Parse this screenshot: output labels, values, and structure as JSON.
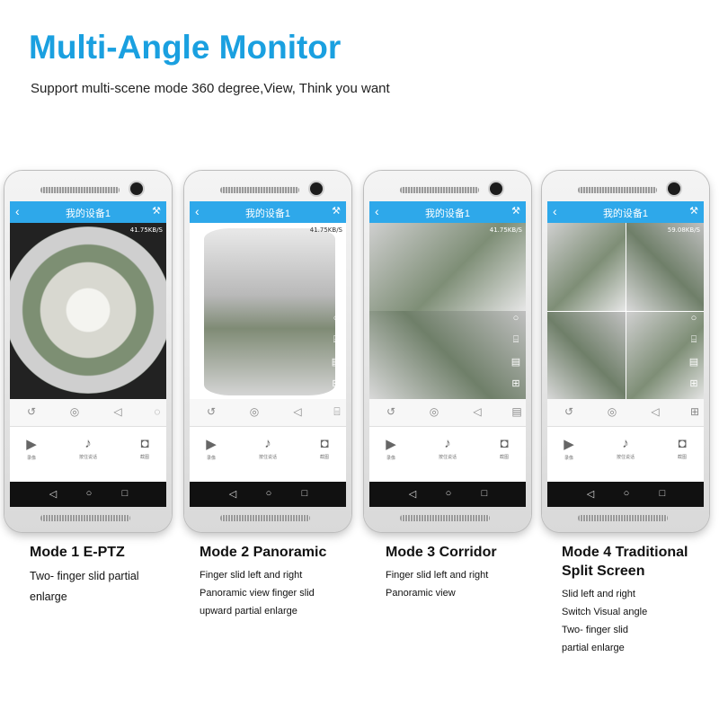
{
  "header": {
    "title": "Multi-Angle Monitor",
    "subtitle": "Support multi-scene mode 360 degree,View, Think you want"
  },
  "colors": {
    "accent": "#1aa0e0",
    "appbar": "#2ea8ea"
  },
  "phones": [
    {
      "screen_title": "我的设备1",
      "rate": "41.75KB/S"
    },
    {
      "screen_title": "我的设备1",
      "rate": "41.75KB/S"
    },
    {
      "screen_title": "我的设备1",
      "rate": "41.75KB/S"
    },
    {
      "screen_title": "我的设备1",
      "rate": "59.08KB/S"
    }
  ],
  "actions": {
    "record": "录像",
    "talk": "按住说话",
    "snapshot": "截图"
  },
  "icons": [
    "back-icon",
    "wrench-icon",
    "history-icon",
    "target-icon",
    "speaker-icon",
    "refresh-icon",
    "video-camera-icon",
    "microphone-icon",
    "camera-icon",
    "nav-back-icon",
    "nav-home-icon",
    "nav-recent-icon"
  ],
  "modes": [
    {
      "title": "Mode 1 E-PTZ",
      "lines": [
        "Two- finger slid partial",
        "enlarge"
      ]
    },
    {
      "title": "Mode 2 Panoramic",
      "lines": [
        "Finger slid left and right",
        "Panoramic view finger slid",
        "upward partial enlarge"
      ]
    },
    {
      "title": "Mode 3 Corridor",
      "lines": [
        "Finger slid left and right",
        "Panoramic view"
      ]
    },
    {
      "title_lines": [
        "Mode 4 Traditional",
        "Split Screen"
      ],
      "lines": [
        "Slid left and right",
        "Switch Visual angle",
        "Two- finger slid",
        "partial enlarge"
      ]
    }
  ]
}
